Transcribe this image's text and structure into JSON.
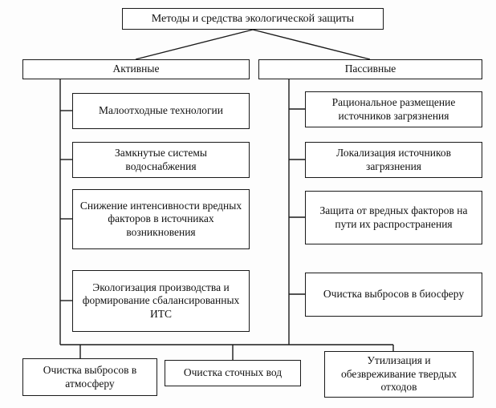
{
  "diagram": {
    "title": "Методы и средства экологической защиты",
    "root": {
      "label": "Методы и средства экологической защиты"
    },
    "branches": {
      "active": {
        "label": "Активные",
        "children": [
          {
            "label": "Малоотходные технологии"
          },
          {
            "label": "Замкнутые системы водоснабжения"
          },
          {
            "label": "Снижение интенсивности вредных факторов в источниках возникновения"
          },
          {
            "label": "Экологизация производства и формирование сбалансированных ИТС"
          }
        ]
      },
      "passive": {
        "label": "Пассивные",
        "children": [
          {
            "label": "Рациональное размещение источников загрязнения"
          },
          {
            "label": "Локализация источников загрязнения"
          },
          {
            "label": "Защита от вредных факторов на пути их распространения"
          },
          {
            "label": "Очистка выбросов в биосферу"
          }
        ]
      }
    },
    "bottom": [
      {
        "label": "Очистка выбросов в атмосферу"
      },
      {
        "label": "Очистка сточных вод"
      },
      {
        "label": "Утилизация и обезвреживание твердых отходов"
      }
    ],
    "colors": {
      "line": "#1a1a1a",
      "box_border": "#1a1a1a",
      "box_background": "#ffffff"
    }
  }
}
